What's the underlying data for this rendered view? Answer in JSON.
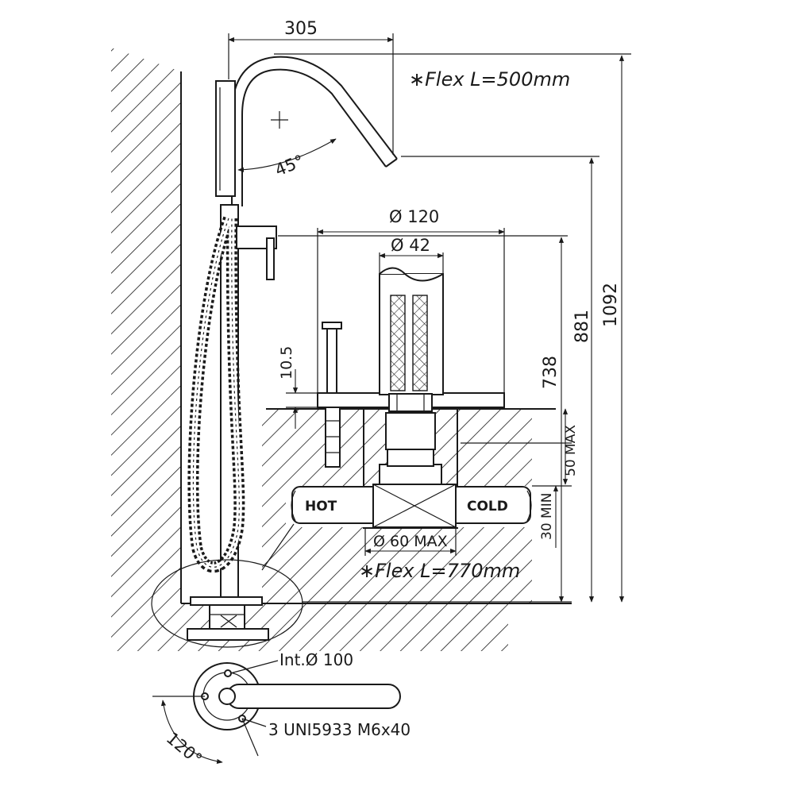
{
  "dimensions": {
    "width_305": "305",
    "height_1092": "1092",
    "height_881": "881",
    "height_738": "738",
    "dia_120": "Ø 120",
    "dia_42": "Ø 42",
    "thickness_10_5": "10.5",
    "depth_50_max": "50 MAX",
    "depth_30_min": "30 MIN",
    "dia_60_max": "Ø 60 MAX",
    "angle_45": "45°",
    "angle_120": "120°"
  },
  "notes": {
    "flex_shower": "∗Flex  L=500mm",
    "flex_supply": "∗Flex  L=770mm",
    "internal_dia": "Int.Ø 100",
    "screws": "3 UNI5933  M6x40"
  },
  "pipes": {
    "hot": "HOT",
    "cold": "COLD"
  }
}
